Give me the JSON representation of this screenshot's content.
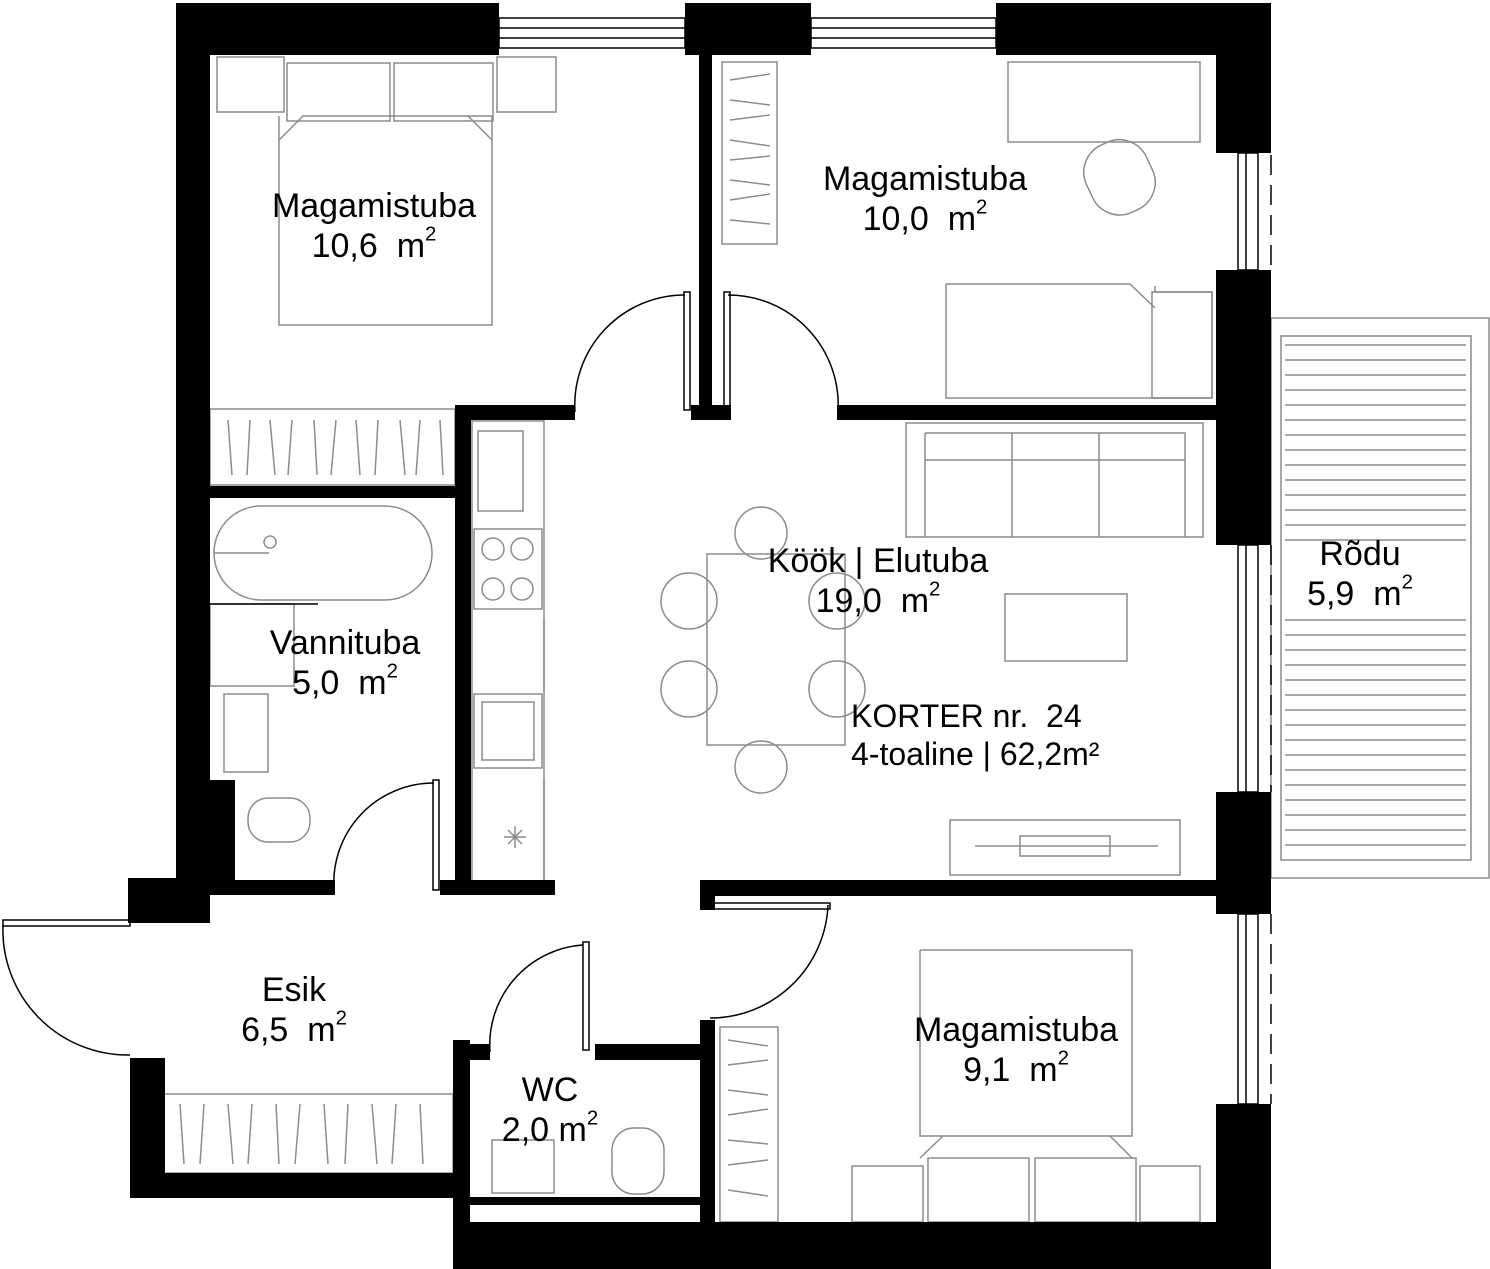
{
  "rooms": [
    {
      "name": "Magamistuba",
      "area": "10,6",
      "unit": "m"
    },
    {
      "name": "Magamistuba",
      "area": "10,0",
      "unit": "m"
    },
    {
      "name": "Köök | Elutuba",
      "area": "19,0",
      "unit": "m"
    },
    {
      "name": "Rõdu",
      "area": "5,9",
      "unit": "m"
    },
    {
      "name": "Vannituba",
      "area": "5,0",
      "unit": "m"
    },
    {
      "name": "Esik",
      "area": "6,5",
      "unit": "m"
    },
    {
      "name": "WC",
      "area": "2,0",
      "unit": "m"
    },
    {
      "name": "Magamistuba",
      "area": "9,1",
      "unit": "m"
    }
  ],
  "unit_superscript": "2",
  "apartment": {
    "title": "KORTER nr.  24",
    "summary": "4-toaline | 62,2m²"
  },
  "colors": {
    "wall": "#000000",
    "furniture": "#8c8c8c",
    "background": "#ffffff"
  }
}
